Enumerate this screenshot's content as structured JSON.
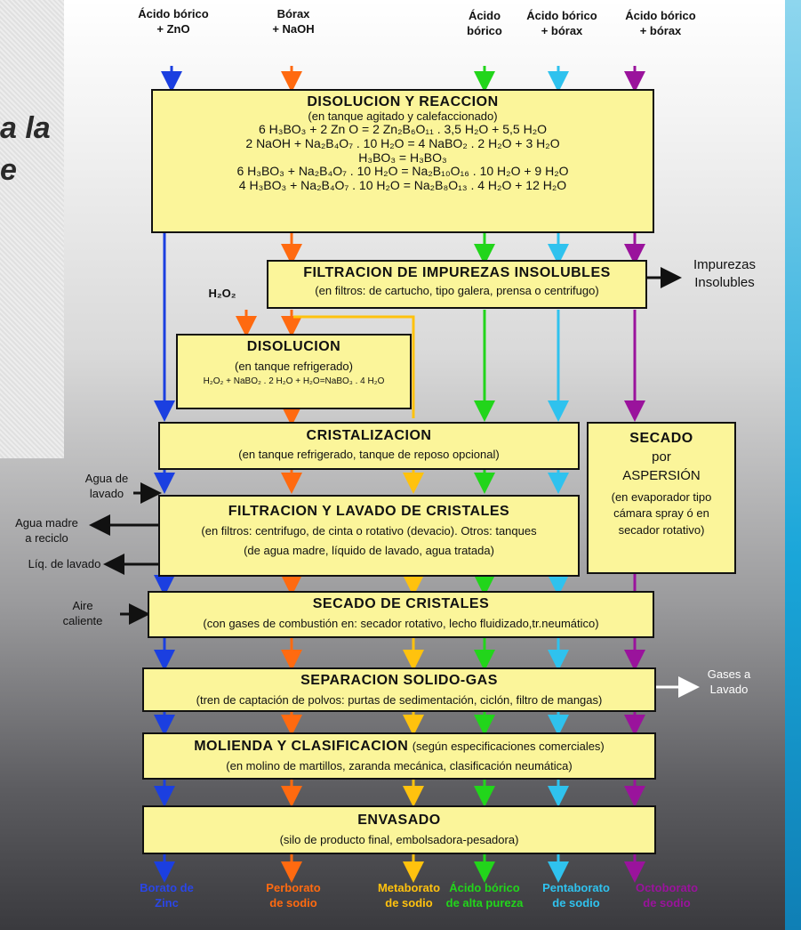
{
  "side_fragment": [
    "a la",
    "e"
  ],
  "inputs": [
    {
      "text": "Ácido bórico\n+ ZnO",
      "color": "#1b3fe0"
    },
    {
      "text": "Bórax\n+ NaOH",
      "color": "#ff6a10"
    },
    {
      "text": "Ácido\nbórico",
      "color": "#22d51b"
    },
    {
      "text": "Ácido bórico\n+ bórax",
      "color": "#2fc2ee"
    },
    {
      "text": "Ácido bórico\n+ bórax",
      "color": "#9a139c"
    }
  ],
  "boxes": {
    "disolucion_reaccion": {
      "title": "DISOLUCION Y REACCION",
      "subtitle": "(en tanque agitado y calefaccionado)",
      "equations": [
        "6 H₃BO₃ + 2 Zn O = 2 Zn₂B₆O₁₁ . 3,5 H₂O + 5,5 H₂O",
        "2 NaOH + Na₂B₄O₇ . 10 H₂O = 4 NaBO₂ . 2 H₂O + 3 H₂O",
        "H₃BO₃ = H₃BO₃",
        "6 H₃BO₃ + Na₂B₄O₇ . 10 H₂O = Na₂B₁₀O₁₆ . 10 H₂O + 9 H₂O",
        "4 H₃BO₃ + Na₂B₄O₇ . 10 H₂O = Na₂B₈O₁₃ . 4 H₂O + 12 H₂O"
      ]
    },
    "filtracion_impurezas": {
      "title": "FILTRACION DE IMPUREZAS INSOLUBLES",
      "subtitle": "(en filtros: de cartucho, tipo galera, prensa o centrifugo)"
    },
    "disolucion": {
      "title": "DISOLUCION",
      "subtitle": "(en tanque refrigerado)",
      "equation": "H₂O₂ + NaBO₂ . 2 H₂O + H₂O=NaBO₃ . 4 H₂O"
    },
    "cristalizacion": {
      "title": "CRISTALIZACION",
      "subtitle": "(en tanque refrigerado, tanque de reposo opcional)"
    },
    "filtracion_lavado": {
      "title": "FILTRACION Y LAVADO DE CRISTALES",
      "line1": "(en filtros: centrifugo, de cinta o rotativo (devacio). Otros: tanques",
      "line2": "(de agua madre, líquido de lavado, agua tratada)"
    },
    "secado_cristales": {
      "title": "SECADO DE CRISTALES",
      "subtitle": "(con gases de combustión en: secador rotativo, lecho fluidizado,tr.neumático)"
    },
    "secado_aspersion": {
      "title1": "SECADO",
      "title2": "por",
      "title3": "ASPERSIÓN",
      "line1": "(en evaporador tipo",
      "line2": "cámara spray ó en",
      "line3": "secador rotativo)"
    },
    "separacion": {
      "title": "SEPARACION SOLIDO-GAS",
      "subtitle": "(tren de captación de polvos: purtas de sedimentación, ciclón, filtro de mangas)"
    },
    "molienda": {
      "title": "MOLIENDA Y CLASIFICACION",
      "title_note": "(según especificaciones comerciales)",
      "subtitle": "(en molino de martillos, zaranda mecánica, clasificación neumática)"
    },
    "envasado": {
      "title": "ENVASADO",
      "subtitle": "(silo de producto final, embolsadora-pesadora)"
    }
  },
  "side_labels": {
    "impurezas": "Impurezas\nInsolubles",
    "h2o2": "H₂O₂",
    "agua_lavado": "Agua de\nlavado",
    "agua_madre": "Agua madre\na reciclo",
    "liq_lavado": "Líq. de lavado",
    "aire": "Aire\ncaliente",
    "gases": "Gases a\nLavado"
  },
  "outputs": [
    {
      "text": "Borato de\nZinc",
      "color": "#2a46e8"
    },
    {
      "text": "Perborato\nde sodio",
      "color": "#ff6a10"
    },
    {
      "text": "Metaborato\nde sodio",
      "color": "#ffc20e"
    },
    {
      "text": "Ácido bórico\nde alta pureza",
      "color": "#22d51b"
    },
    {
      "text": "Pentaborato\nde sodio",
      "color": "#2fc2ee"
    },
    {
      "text": "Octoborato\nde sodio",
      "color": "#9a139c"
    }
  ],
  "colors": {
    "box_fill": "#fbf59a",
    "blue": "#1b3fe0",
    "orange": "#ff6a10",
    "yellow": "#ffc20e",
    "green": "#22d51b",
    "cyan": "#2fc2ee",
    "purple": "#9a139c"
  }
}
